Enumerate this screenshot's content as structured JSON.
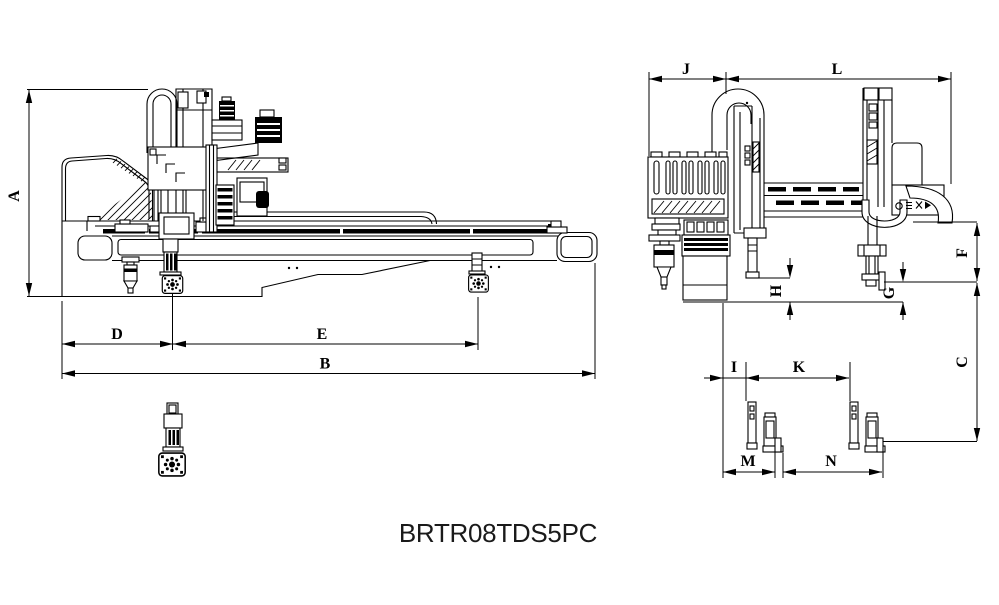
{
  "title": "BRTR08TDS5PC",
  "drawing": {
    "type": "technical-dimension-drawing",
    "views": [
      "side-view",
      "front-view"
    ]
  },
  "labels": {
    "A": "A",
    "B": "B",
    "C": "C",
    "D": "D",
    "E": "E",
    "F": "F",
    "G": "G",
    "H": "H",
    "I": "I",
    "J": "J",
    "K": "K",
    "L": "L",
    "M": "M",
    "N": "N"
  },
  "colors": {
    "line": "#000000",
    "background": "#ffffff",
    "title_text": "#1a1a1a"
  }
}
